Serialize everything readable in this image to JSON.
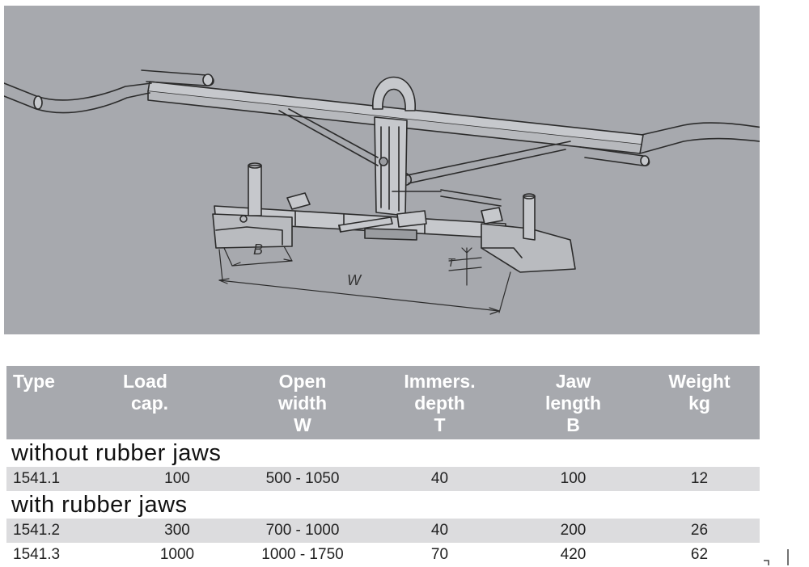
{
  "drawing": {
    "dimension_labels": {
      "b": "B",
      "w": "W",
      "t": "T"
    }
  },
  "table": {
    "headers": [
      {
        "line1": "Type",
        "line2": "",
        "line3": ""
      },
      {
        "line1": "Load",
        "line2": "cap.",
        "line3": ""
      },
      {
        "line1": "Open",
        "line2": "width",
        "line3": "W"
      },
      {
        "line1": "Immers.",
        "line2": "depth",
        "line3": "T"
      },
      {
        "line1": "Jaw",
        "line2": "length",
        "line3": "B"
      },
      {
        "line1": "Weight",
        "line2": "kg",
        "line3": ""
      }
    ],
    "section_without": "without rubber jaws",
    "section_with": "with rubber jaws",
    "rows": [
      [
        "1541.1",
        "100",
        "500 - 1050",
        "40",
        "100",
        "12"
      ],
      [
        "1541.2",
        "300",
        "700 - 1000",
        "40",
        "200",
        "26"
      ],
      [
        "1541.3",
        "1000",
        "1000 - 1750",
        "70",
        "420",
        "62"
      ]
    ]
  }
}
